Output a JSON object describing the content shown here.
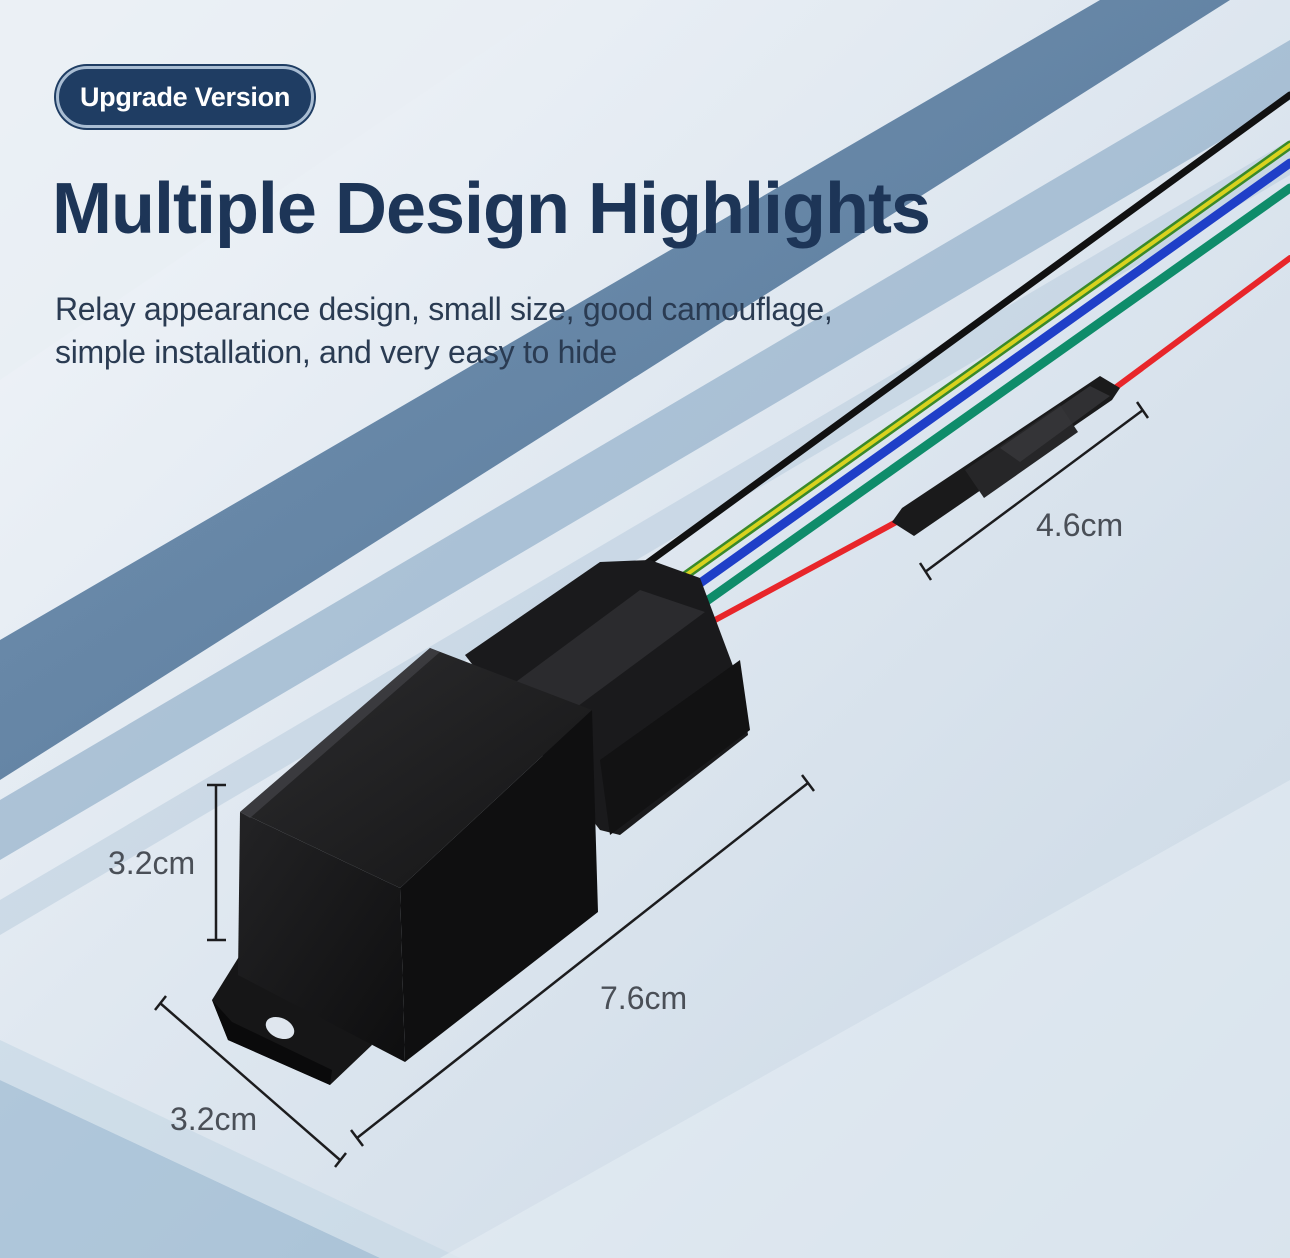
{
  "badge": {
    "label": "Upgrade Version"
  },
  "title": "Multiple Design Highlights",
  "subtitle": {
    "line1": "Relay appearance design, small size, good camouflage,",
    "line2": "simple installation, and very easy to hide"
  },
  "dimensions": {
    "fuse_holder_length": "4.6cm",
    "height": "3.2cm",
    "length": "7.6cm",
    "depth": "3.2cm"
  },
  "colors": {
    "badge_bg": "#1f3d63",
    "title": "#1d3557",
    "wire_black": "#111111",
    "wire_yellow": "#d9d21e",
    "wire_blue": "#1f3fc8",
    "wire_green": "#0f8c6a",
    "wire_red": "#e8262a"
  }
}
